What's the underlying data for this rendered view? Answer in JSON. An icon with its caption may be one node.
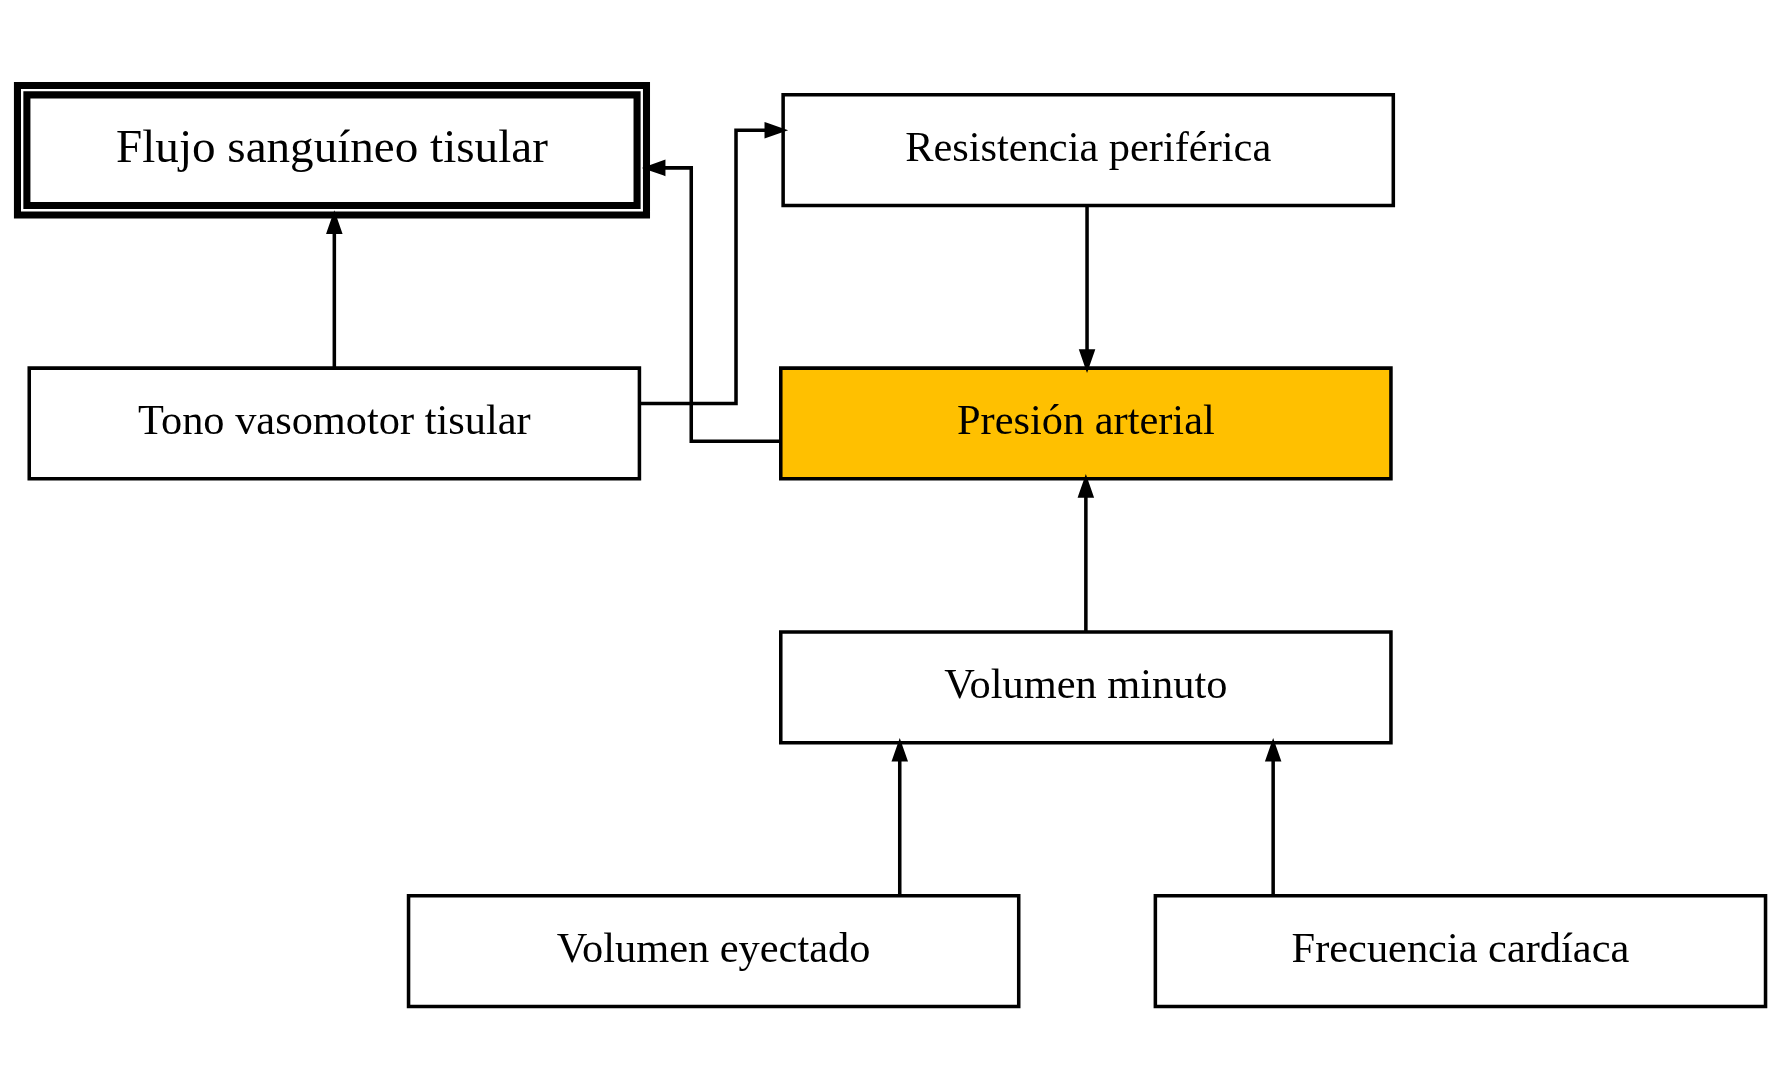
{
  "diagram": {
    "nodes": [
      {
        "text": [
          "Flujo sanguíneo tisular"
        ]
      },
      {
        "text": [
          "Tono vasomotor tisular"
        ]
      },
      {
        "text": [
          "Presión arterial"
        ]
      },
      {
        "text": [
          "Resistencia periférica"
        ]
      },
      {
        "text": [
          "Volumen minuto"
        ]
      },
      {
        "text": [
          "Volumen eyectado"
        ]
      },
      {
        "text": [
          "Frecuencia cardíaca"
        ]
      }
    ],
    "edges": [
      {
        "from": 1,
        "to": 0,
        "arrow": "to"
      },
      {
        "from": 2,
        "to": 0,
        "arrow": "to"
      },
      {
        "from": 3,
        "to": 2,
        "arrow": "to"
      },
      {
        "from": 4,
        "to": 2,
        "arrow": "to"
      },
      {
        "from": 1,
        "to": 3,
        "arrow": "to"
      },
      {
        "from": 5,
        "to": 4,
        "arrow": "to"
      },
      {
        "from": 6,
        "to": 4,
        "arrow": "to"
      }
    ]
  }
}
